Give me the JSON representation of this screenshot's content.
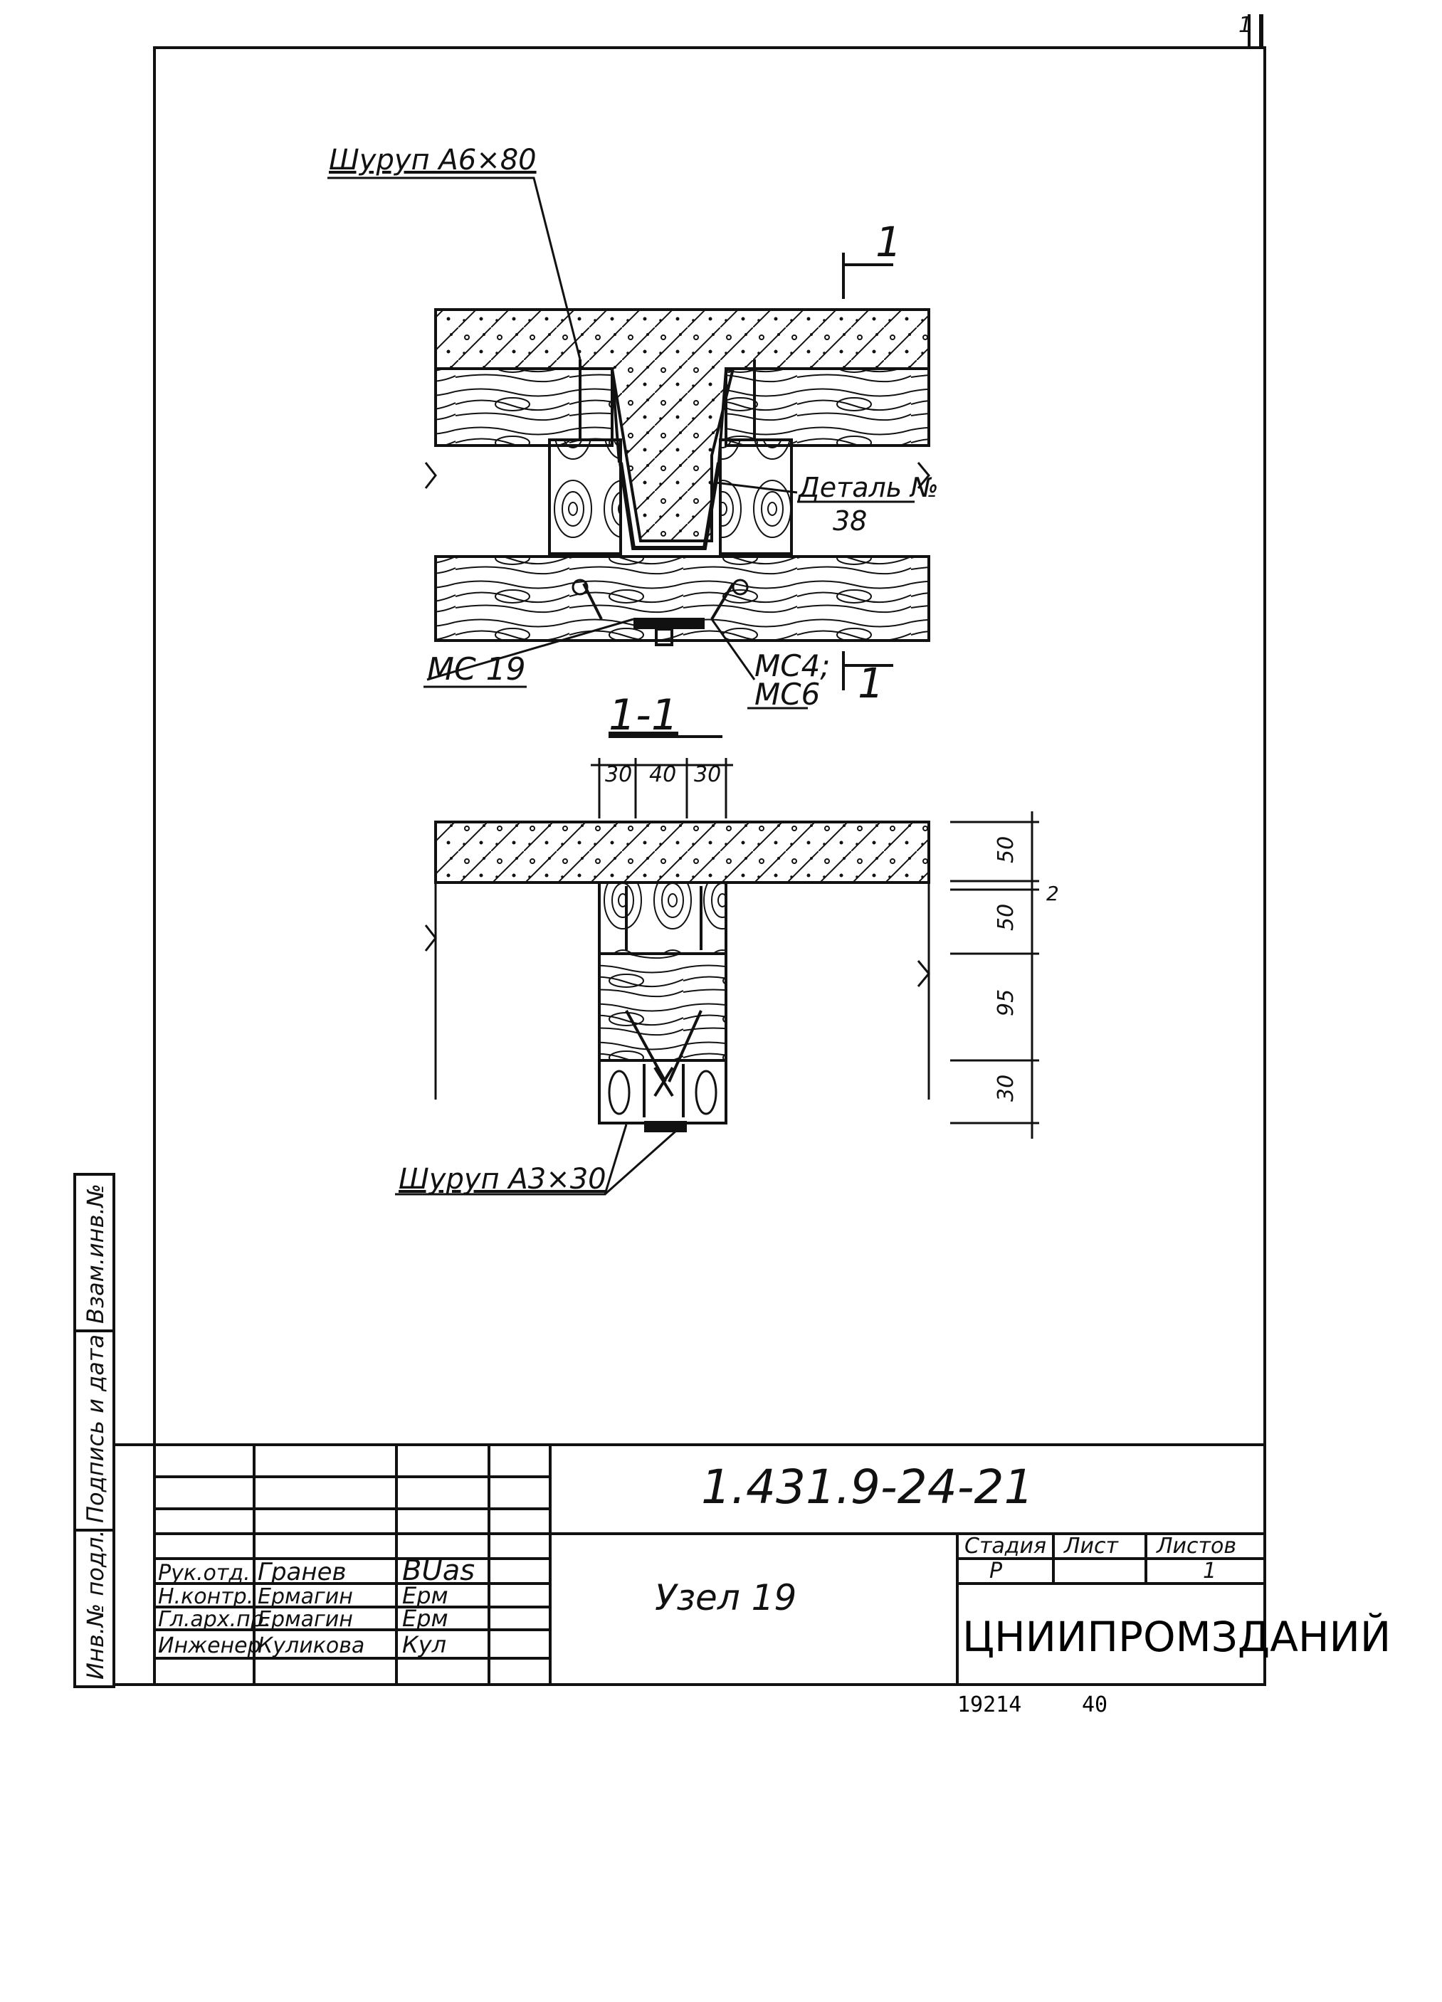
{
  "top_marker": "1",
  "callouts": {
    "screw_top": "Шуруп А6×80",
    "detail_line1": "Деталь №",
    "detail_line2": "38",
    "mc19": "МС 19",
    "mc4_line1": "МС4;",
    "mc4_line2": "МС6",
    "screw_bottom": "Шуруп А3×30"
  },
  "section": {
    "mark": "1",
    "title": "1-1"
  },
  "dimensions": {
    "top": [
      "30",
      "40",
      "30"
    ],
    "right": [
      "50",
      "50",
      "95",
      "30"
    ],
    "right_extra": "2"
  },
  "side_stamp": [
    "Взам.инв.№",
    "Подпись и дата",
    "Инв.№ подл."
  ],
  "title_block": {
    "designation": "1.431.9-24-21",
    "sheet_name": "Узел 19",
    "org": "ЦНИИПРОМЗДАНИЙ",
    "stage_header": "Стадия",
    "sheet_header": "Лист",
    "sheets_header": "Листов",
    "stage": "Р",
    "sheets": "1",
    "roles": [
      "Рук.отд.",
      "Н.контр.",
      "Гл.арх.пр.",
      "Инженер"
    ],
    "names": [
      "Гранев",
      "Ермагин",
      "Ермагин",
      "Куликова"
    ],
    "signatures": [
      "BUas",
      "Ерм",
      "Ерм",
      "Кул"
    ]
  },
  "footer": {
    "code": "19214",
    "number": "40"
  }
}
